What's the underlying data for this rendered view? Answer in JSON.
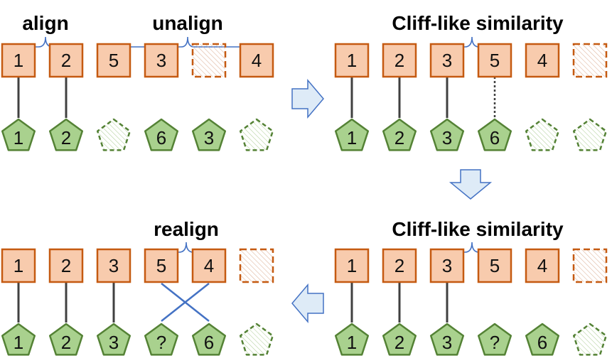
{
  "colors": {
    "square_fill": "#f8cbad",
    "square_stroke": "#c55a11",
    "pentagon_fill": "#a9d18e",
    "pentagon_stroke": "#548235",
    "brace": "#4472c4",
    "arrow_fill": "#deebf7",
    "arrow_stroke": "#4472c4",
    "link": "#404040"
  },
  "panels": [
    {
      "id": "top-left",
      "labels": [
        "align",
        "unalign"
      ],
      "squares": [
        "1",
        "2",
        "5",
        "3",
        "",
        "4"
      ],
      "pentagons": [
        "1",
        "2",
        "",
        "6",
        "3",
        ""
      ],
      "links": [
        "solid",
        "solid",
        "none",
        "none",
        "none",
        "none"
      ]
    },
    {
      "id": "top-right",
      "labels": [
        "Cliff-like similarity"
      ],
      "squares": [
        "1",
        "2",
        "3",
        "5",
        "4",
        ""
      ],
      "pentagons": [
        "1",
        "2",
        "3",
        "6",
        "",
        ""
      ],
      "links": [
        "solid",
        "solid",
        "solid",
        "dotted",
        "none",
        "none"
      ]
    },
    {
      "id": "bottom-right",
      "labels": [
        "Cliff-like similarity"
      ],
      "squares": [
        "1",
        "2",
        "3",
        "5",
        "4",
        ""
      ],
      "pentagons": [
        "1",
        "2",
        "3",
        "?",
        "6",
        ""
      ],
      "links": [
        "solid",
        "solid",
        "solid",
        "none",
        "none",
        "none"
      ]
    },
    {
      "id": "bottom-left",
      "labels": [
        "realign"
      ],
      "squares": [
        "1",
        "2",
        "3",
        "5",
        "4",
        ""
      ],
      "pentagons": [
        "1",
        "2",
        "3",
        "?",
        "6",
        ""
      ],
      "links": [
        "solid",
        "solid",
        "solid",
        "none",
        "none",
        "none"
      ]
    }
  ]
}
